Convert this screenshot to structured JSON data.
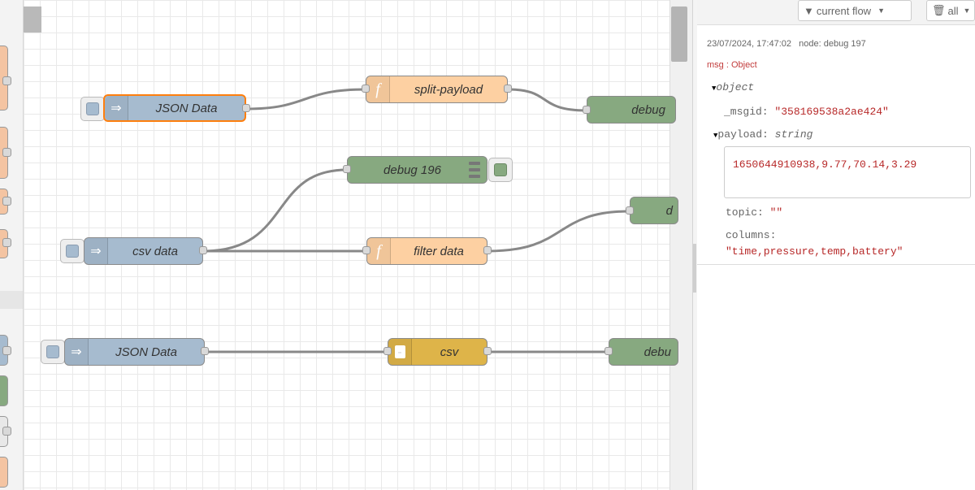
{
  "flow_nodes": {
    "inject_json_1": "JSON Data",
    "function_split": "split-payload",
    "debug_top_right": "debug",
    "debug_196": "debug 196",
    "inject_csv": "csv data",
    "function_filter": "filter data",
    "debug_mid_right": "d",
    "inject_json_2": "JSON Data",
    "csv_node": "csv",
    "debug_bottom_right": "debu"
  },
  "icons": {
    "inject": "arrow-in-icon",
    "function": "function-icon",
    "csv": "csv-icon",
    "debug_menu": "bars-icon"
  },
  "sidebar": {
    "filter_label": "current flow",
    "clear_label": "all",
    "message": {
      "timestamp": "23/07/2024, 17:47:02",
      "node": "node: debug 197",
      "msg_label": "msg : Object",
      "object_label": "object",
      "msgid_key": "_msgid:",
      "msgid_value": "\"358169538a2ae424\"",
      "payload_key": "payload:",
      "payload_type": "string",
      "payload_value": "1650644910938,9.77,70.14,3.29",
      "topic_key": "topic:",
      "topic_value": "\"\"",
      "columns_key": "columns:",
      "columns_value": "\"time,pressure,temp,battery\""
    }
  },
  "colors": {
    "inject": "#a6bbcf",
    "function": "#fdd0a2",
    "debug": "#87a980",
    "csv": "#deb449",
    "selected_border": "#ff7f0e",
    "string_value": "#b72828"
  }
}
